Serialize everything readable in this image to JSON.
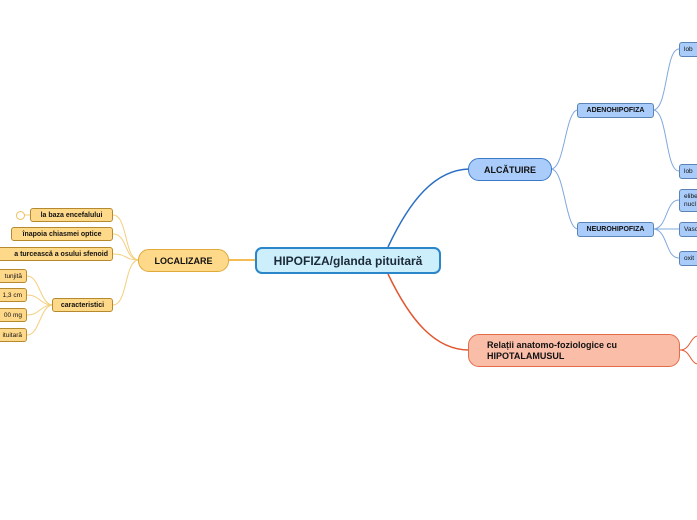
{
  "mindmap": {
    "center": {
      "label": "HIPOFIZA/glanda pituitară"
    },
    "alcatuire": {
      "label": "ALCĂTUIRE",
      "adenohipofiza": {
        "label": "ADENOHIPOFIZA",
        "children": [
          "lob",
          "lob"
        ]
      },
      "neurohipofiza": {
        "label": "NEUROHIPOFIZA",
        "children": [
          "elibe\nnucl",
          "Vaso",
          "oxit"
        ]
      }
    },
    "relatii": {
      "label": "Relații anatomo-foziologice cu HIPOTALAMUSUL"
    },
    "localizare": {
      "label": "LOCALIZARE",
      "children": [
        "la baza encefalului",
        "înapoia chiasmei optice",
        "a turcească a osului sfenoid"
      ],
      "caracteristici": {
        "label": "caracteristici",
        "children": [
          "tunjită",
          "1,3 cm",
          "00 mg",
          "ituitară"
        ]
      }
    }
  },
  "colors": {
    "blue_branch": "#2b6fc4",
    "blue_light": "#7fa8dd",
    "orange_branch": "#f2a61c",
    "orange_light": "#f3cf7e",
    "red_branch": "#e2572f"
  }
}
